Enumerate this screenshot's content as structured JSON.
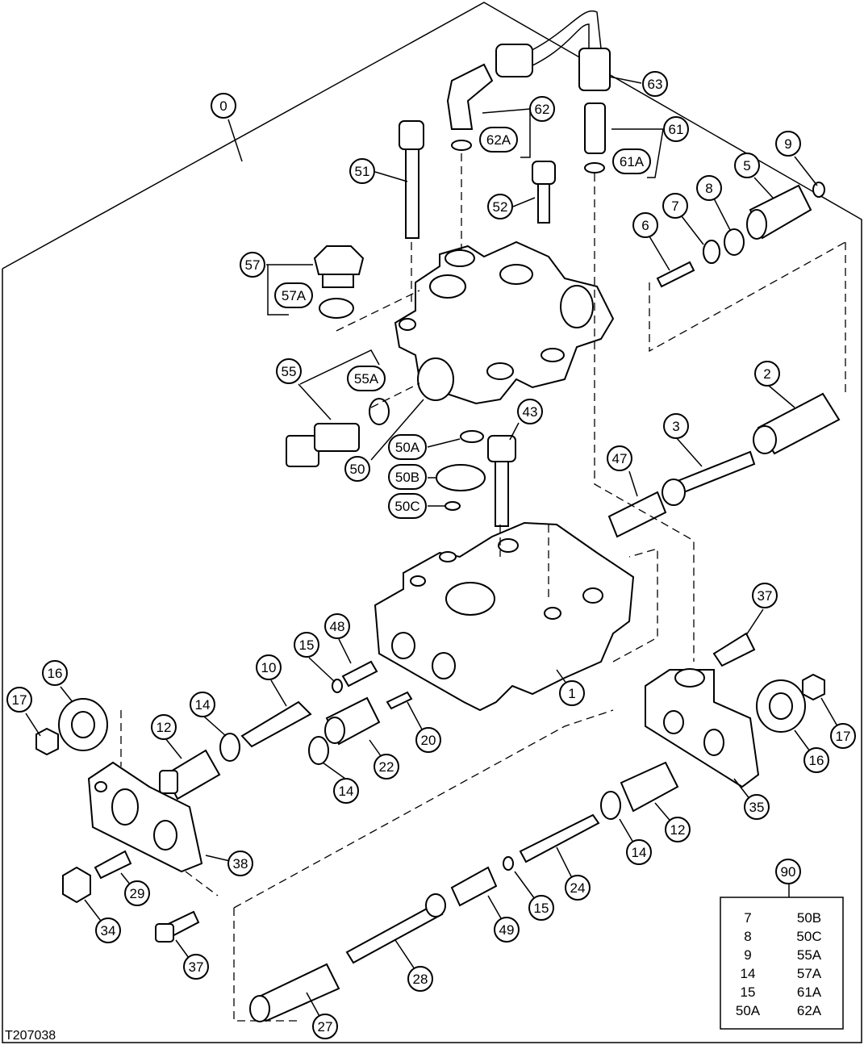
{
  "figure_id": "T207038",
  "callouts": [
    {
      "label": "0"
    },
    {
      "label": "63"
    },
    {
      "label": "62"
    },
    {
      "label": "62A"
    },
    {
      "label": "61"
    },
    {
      "label": "61A"
    },
    {
      "label": "51"
    },
    {
      "label": "52"
    },
    {
      "label": "9"
    },
    {
      "label": "5"
    },
    {
      "label": "8"
    },
    {
      "label": "7"
    },
    {
      "label": "6"
    },
    {
      "label": "57"
    },
    {
      "label": "57A"
    },
    {
      "label": "55"
    },
    {
      "label": "55A"
    },
    {
      "label": "2"
    },
    {
      "label": "43"
    },
    {
      "label": "50A"
    },
    {
      "label": "50B"
    },
    {
      "label": "50C"
    },
    {
      "label": "50"
    },
    {
      "label": "3"
    },
    {
      "label": "47"
    },
    {
      "label": "37"
    },
    {
      "label": "48"
    },
    {
      "label": "15"
    },
    {
      "label": "10"
    },
    {
      "label": "16"
    },
    {
      "label": "17"
    },
    {
      "label": "14"
    },
    {
      "label": "1"
    },
    {
      "label": "12"
    },
    {
      "label": "20"
    },
    {
      "label": "22"
    },
    {
      "label": "17"
    },
    {
      "label": "14"
    },
    {
      "label": "16"
    },
    {
      "label": "35"
    },
    {
      "label": "12"
    },
    {
      "label": "14"
    },
    {
      "label": "38"
    },
    {
      "label": "29"
    },
    {
      "label": "24"
    },
    {
      "label": "15"
    },
    {
      "label": "49"
    },
    {
      "label": "90"
    },
    {
      "label": "34"
    },
    {
      "label": "28"
    },
    {
      "label": "37"
    },
    {
      "label": "27"
    }
  ],
  "kit_table": {
    "left": [
      "7",
      "8",
      "9",
      "14",
      "15",
      "50A"
    ],
    "right": [
      "50B",
      "50C",
      "55A",
      "57A",
      "61A",
      "62A"
    ]
  }
}
